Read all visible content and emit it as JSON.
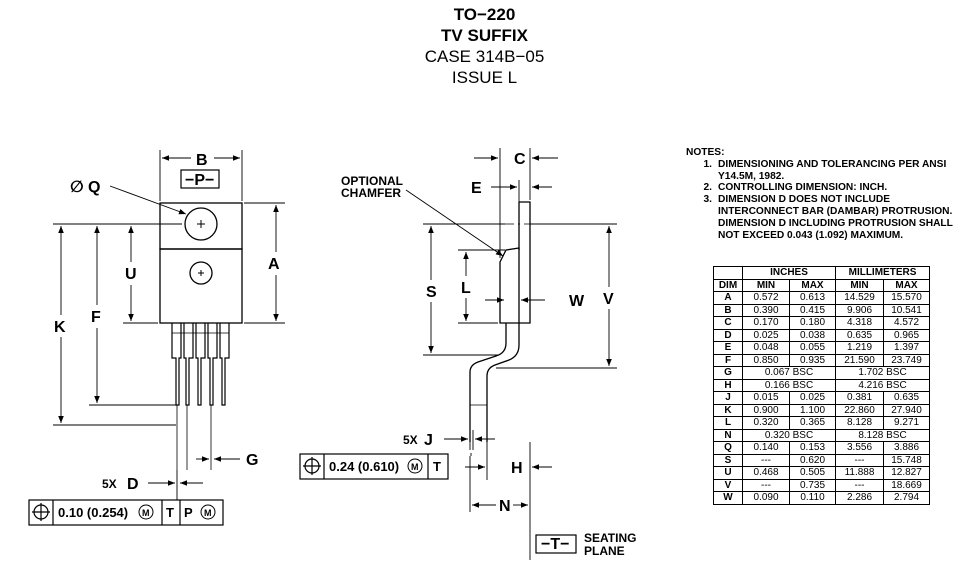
{
  "title": {
    "line1": "TO−220",
    "line2": "TV SUFFIX",
    "line3": "CASE 314B−05",
    "line4": "ISSUE L"
  },
  "front_view": {
    "label_B": "B",
    "label_P": "−P−",
    "label_Q": "Q",
    "diameter_symbol": "∅",
    "label_A": "A",
    "label_U": "U",
    "label_K": "K",
    "label_F": "F",
    "label_G": "G",
    "label_D": "D",
    "label_5x": "5X"
  },
  "front_fcf": {
    "tolerance": "0.10 (0.254)",
    "modifier": "M",
    "datum1": "T",
    "datum2": "P",
    "datum2_modifier": "M"
  },
  "side_view": {
    "optional_chamfer_l1": "OPTIONAL",
    "optional_chamfer_l2": "CHAMFER",
    "label_C": "C",
    "label_E": "E",
    "label_S": "S",
    "label_L": "L",
    "label_W": "W",
    "label_V": "V",
    "label_J": "J",
    "label_5x": "5X",
    "label_H": "H",
    "label_N": "N",
    "datum_T": "−T−",
    "seating_l1": "SEATING",
    "seating_l2": "PLANE"
  },
  "side_fcf": {
    "tolerance": "0.24 (0.610)",
    "modifier": "M",
    "datum1": "T"
  },
  "notes": {
    "heading": "NOTES:",
    "items": [
      {
        "num": "1.",
        "text": "DIMENSIONING AND TOLERANCING PER ANSI Y14.5M, 1982."
      },
      {
        "num": "2.",
        "text": "CONTROLLING DIMENSION: INCH."
      },
      {
        "num": "3.",
        "text": "DIMENSION D DOES NOT INCLUDE INTERCONNECT BAR (DAMBAR) PROTRUSION. DIMENSION D INCLUDING PROTRUSION SHALL NOT EXCEED 0.043 (1.092) MAXIMUM."
      }
    ]
  },
  "dimension_table": {
    "group_inches": "INCHES",
    "group_mm": "MILLIMETERS",
    "col_dim": "DIM",
    "col_min": "MIN",
    "col_max": "MAX",
    "rows": [
      {
        "dim": "A",
        "in_min": "0.572",
        "in_max": "0.613",
        "mm_min": "14.529",
        "mm_max": "15.570"
      },
      {
        "dim": "B",
        "in_min": "0.390",
        "in_max": "0.415",
        "mm_min": "9.906",
        "mm_max": "10.541"
      },
      {
        "dim": "C",
        "in_min": "0.170",
        "in_max": "0.180",
        "mm_min": "4.318",
        "mm_max": "4.572"
      },
      {
        "dim": "D",
        "in_min": "0.025",
        "in_max": "0.038",
        "mm_min": "0.635",
        "mm_max": "0.965"
      },
      {
        "dim": "E",
        "in_min": "0.048",
        "in_max": "0.055",
        "mm_min": "1.219",
        "mm_max": "1.397"
      },
      {
        "dim": "F",
        "in_min": "0.850",
        "in_max": "0.935",
        "mm_min": "21.590",
        "mm_max": "23.749"
      },
      {
        "dim": "G",
        "in_bsc": "0.067 BSC",
        "mm_bsc": "1.702 BSC"
      },
      {
        "dim": "H",
        "in_bsc": "0.166 BSC",
        "mm_bsc": "4.216 BSC"
      },
      {
        "dim": "J",
        "in_min": "0.015",
        "in_max": "0.025",
        "mm_min": "0.381",
        "mm_max": "0.635"
      },
      {
        "dim": "K",
        "in_min": "0.900",
        "in_max": "1.100",
        "mm_min": "22.860",
        "mm_max": "27.940"
      },
      {
        "dim": "L",
        "in_min": "0.320",
        "in_max": "0.365",
        "mm_min": "8.128",
        "mm_max": "9.271"
      },
      {
        "dim": "N",
        "in_bsc": "0.320 BSC",
        "mm_bsc": "8.128 BSC"
      },
      {
        "dim": "Q",
        "in_min": "0.140",
        "in_max": "0.153",
        "mm_min": "3.556",
        "mm_max": "3.886"
      },
      {
        "dim": "S",
        "in_min": "---",
        "in_max": "0.620",
        "mm_min": "---",
        "mm_max": "15.748"
      },
      {
        "dim": "U",
        "in_min": "0.468",
        "in_max": "0.505",
        "mm_min": "11.888",
        "mm_max": "12.827"
      },
      {
        "dim": "V",
        "in_min": "---",
        "in_max": "0.735",
        "mm_min": "---",
        "mm_max": "18.669"
      },
      {
        "dim": "W",
        "in_min": "0.090",
        "in_max": "0.110",
        "mm_min": "2.286",
        "mm_max": "2.794"
      }
    ]
  }
}
